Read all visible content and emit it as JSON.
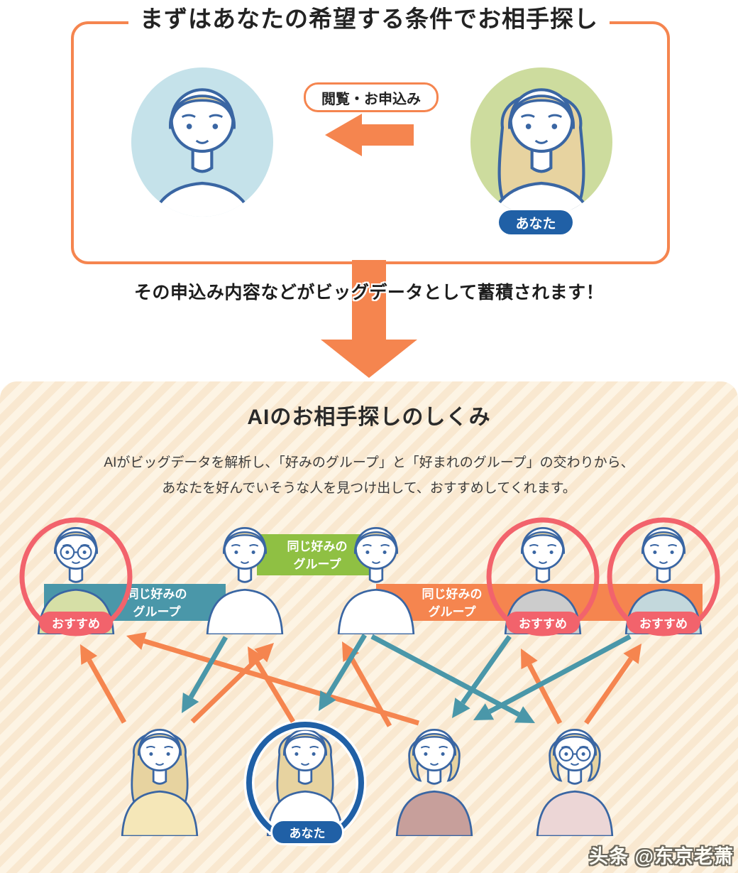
{
  "hero": {
    "title": "まずはあなたの希望する条件でお相手探し",
    "browse_apply_label": "閲覧・お申込み",
    "you_label": "あなた"
  },
  "bigdata_caption": "その申込み内容などがビッグデータとして蓄積されます！",
  "ai_section": {
    "title": "AIのお相手探しのしくみ",
    "description": [
      "AIがビッグデータを解析し、「好みのグループ」と「好まれのグループ」の交わりから、",
      "あなたを好んでいそうな人を見つけ出して、おすすめしてくれます。"
    ],
    "banners": [
      {
        "id": "teal",
        "line1": "同じ好みの",
        "line2": "グループ",
        "color": "#4a97a9"
      },
      {
        "id": "green",
        "line1": "同じ好みの",
        "line2": "グループ",
        "color": "#8fc043"
      },
      {
        "id": "orange",
        "line1": "同じ好みの",
        "line2": "グループ",
        "color": "#f5854f"
      }
    ],
    "recommend_label": "おすすめ",
    "you_label": "あなた"
  },
  "watermark": "头条 @东京老萧",
  "icons": {
    "browse_arrow": "arrow-left",
    "accumulate_arrow": "arrow-down",
    "like_arrows": "arrow-up-orange",
    "recommend_arrows": "arrow-down-teal"
  },
  "colors": {
    "accent_orange": "#f5854f",
    "teal": "#4a97a9",
    "green": "#8fc043",
    "recommend_red": "#f2636c",
    "you_blue": "#2060a6",
    "cream_bg": "#fdf4e4"
  }
}
